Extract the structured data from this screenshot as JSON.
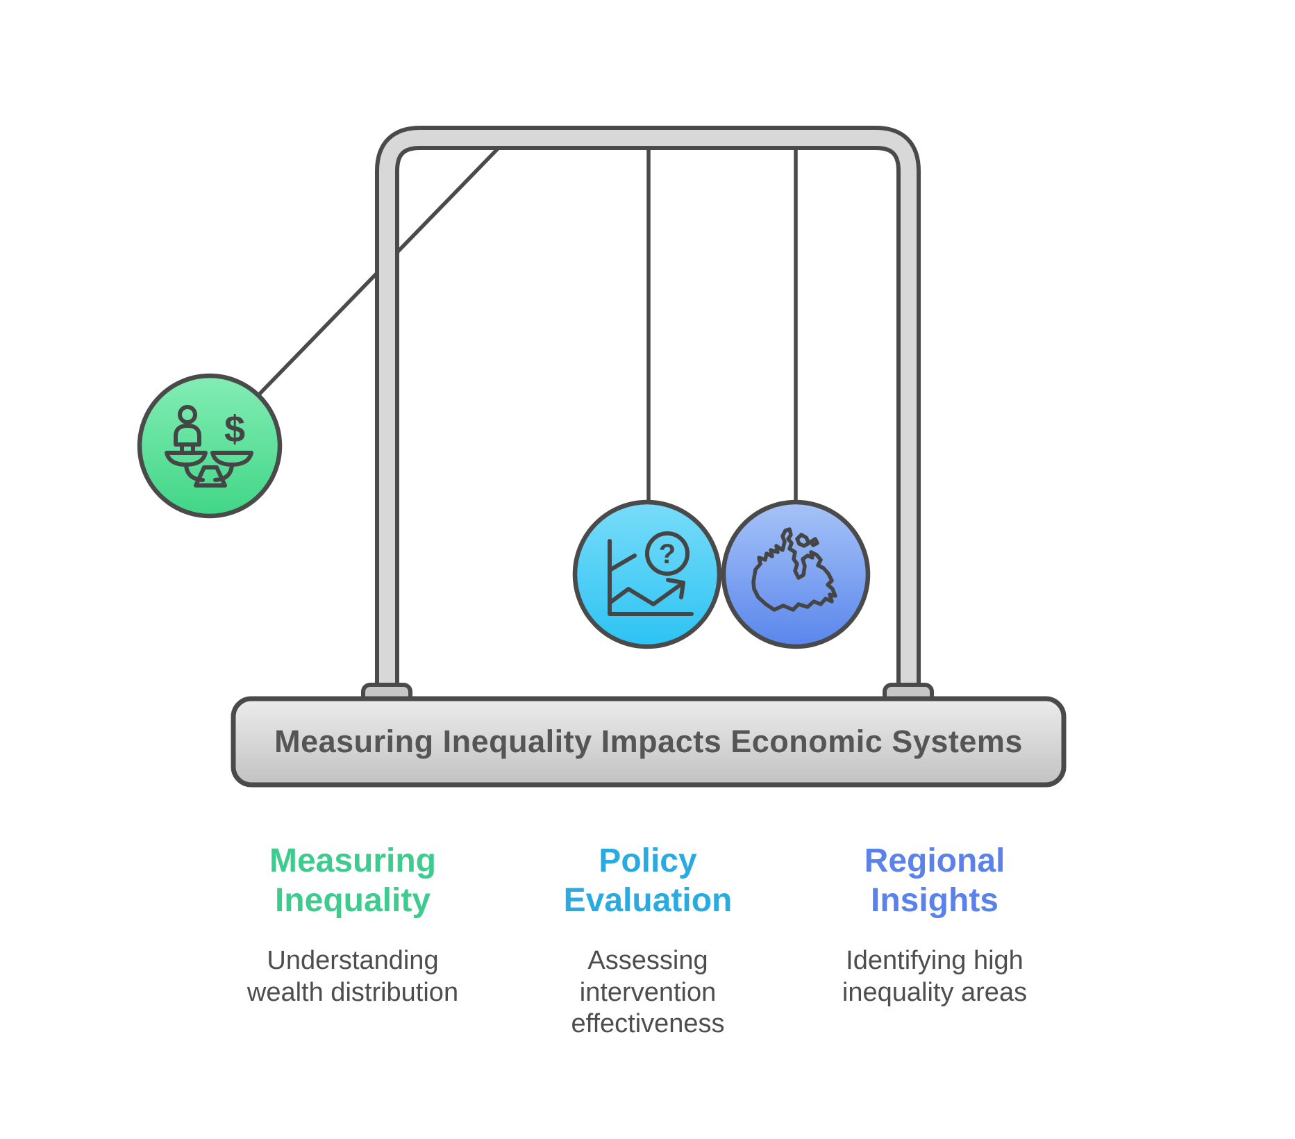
{
  "colors": {
    "background": "#ffffff",
    "frame_outline": "#4a4a4a",
    "frame_fill": "#d8d8d8",
    "foot_fill": "#c6c6c6",
    "base_fill_top": "#ececec",
    "base_fill_bottom": "#c2c2c2",
    "base_text": "#555555",
    "string": "#4a4a4a",
    "icon_stroke": "#454545",
    "body_text": "#4d4d4d",
    "green_ball_top": "#83edb4",
    "green_ball_bottom": "#41d687",
    "cyan_ball_top": "#79dcf9",
    "cyan_ball_bottom": "#2cc3f3",
    "blue_ball_top": "#a6c3f7",
    "blue_ball_bottom": "#5a86ec"
  },
  "pendulum": {
    "base_label": "Measuring Inequality Impacts Economic Systems",
    "balls": [
      {
        "id": "measuring-inequality",
        "icon": "balance-scale-person-dollar-icon",
        "glyph": "$"
      },
      {
        "id": "policy-evaluation",
        "icon": "chart-trend-question-icon",
        "glyph": "?"
      },
      {
        "id": "regional-insights",
        "icon": "canada-map-icon"
      }
    ]
  },
  "columns": [
    {
      "id": "measuring-inequality",
      "title": "Measuring Inequality",
      "description": "Understanding wealth distribution",
      "color": "#3ecb8e"
    },
    {
      "id": "policy-evaluation",
      "title": "Policy Evaluation",
      "description": "Assessing intervention effectiveness",
      "color": "#29abe2"
    },
    {
      "id": "regional-insights",
      "title": "Regional Insights",
      "description": "Identifying high inequality areas",
      "color": "#5b82ea"
    }
  ]
}
